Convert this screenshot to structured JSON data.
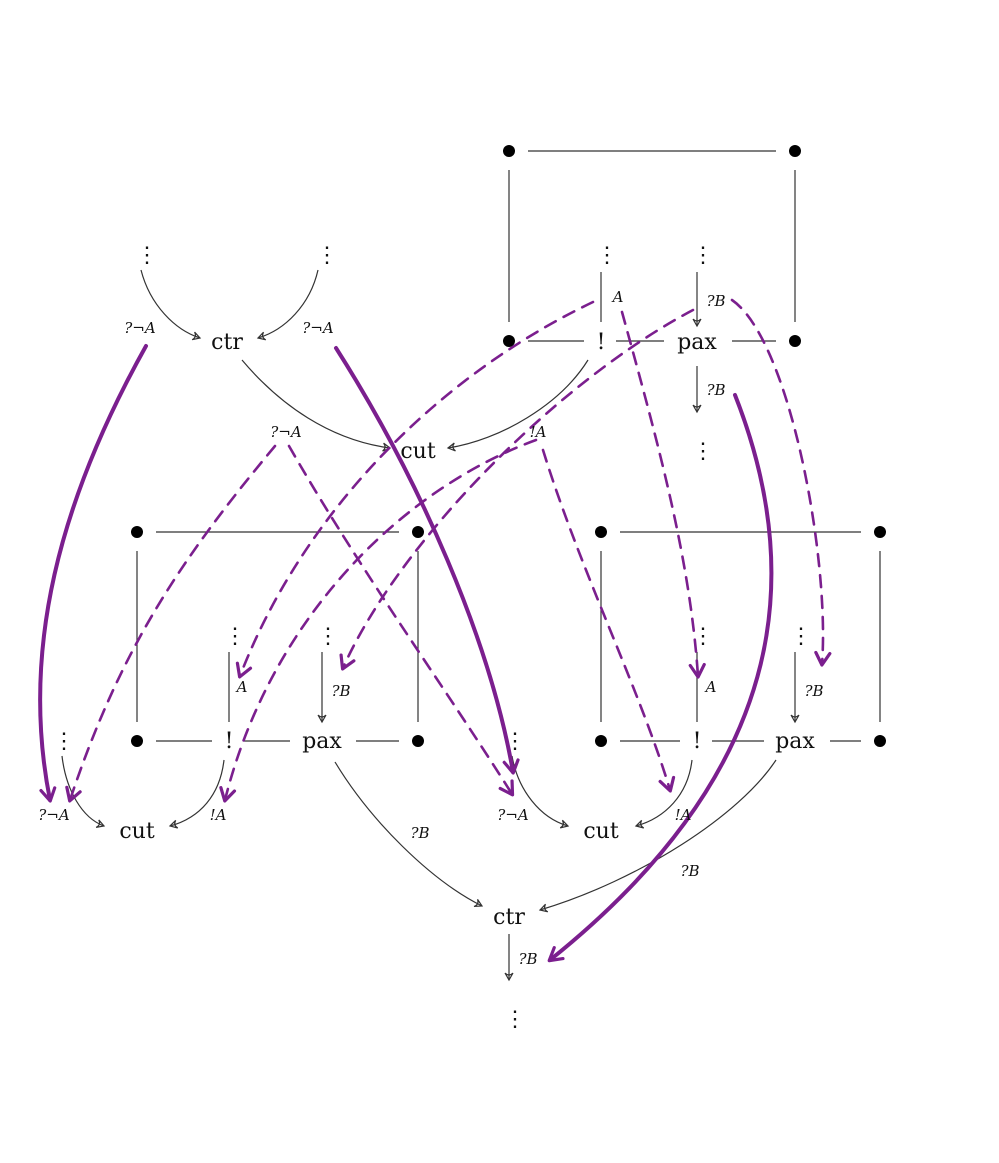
{
  "diagram": {
    "colors": {
      "line": "#333333",
      "highlight": "#7b1f8e",
      "background": "#ffffff"
    },
    "nodes": {
      "ctr_top": "ctr",
      "cut_top": "cut",
      "bang_top": "!",
      "pax_top": "pax",
      "bang_left": "!",
      "pax_left": "pax",
      "cut_left": "cut",
      "bang_right": "!",
      "pax_right": "pax",
      "cut_right": "cut",
      "ctr_bottom": "ctr"
    },
    "edge_labels": {
      "neg_a_1": "?¬A",
      "neg_a_2": "?¬A",
      "neg_a_3": "?¬A",
      "bang_a_1": "!A",
      "a_1": "A",
      "qb_1": "?B",
      "qb_2": "?B",
      "a_2": "A",
      "qb_3": "?B",
      "neg_a_4": "?¬A",
      "bang_a_2": "!A",
      "qb_4": "?B",
      "a_3": "A",
      "qb_5": "?B",
      "neg_a_5": "?¬A",
      "bang_a_3": "!A",
      "qb_6": "?B",
      "qb_7": "?B"
    },
    "ellipsis": "⋮"
  }
}
